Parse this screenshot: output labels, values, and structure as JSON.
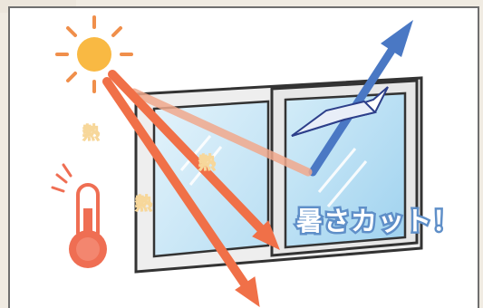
{
  "caption": "暑さカット！",
  "heat_labels": [
    "熱",
    "熱",
    "熱"
  ],
  "icons": {
    "sun": "sun-icon",
    "thermometer": "thermometer-hot-icon",
    "window": "double-window-illustration",
    "film": "peeling-heat-film-icon"
  },
  "colors": {
    "background": "#f0ebe2",
    "sun": "#f9b943",
    "sun_rays": "#f08f4b",
    "heat_arrows": "#f07048",
    "reflected_arrow": "#4a78c4",
    "glass": "#c9e7f7",
    "frame": "#444444",
    "caption_outline": "#5f8fc8",
    "thermometer": "#ef6e53"
  }
}
